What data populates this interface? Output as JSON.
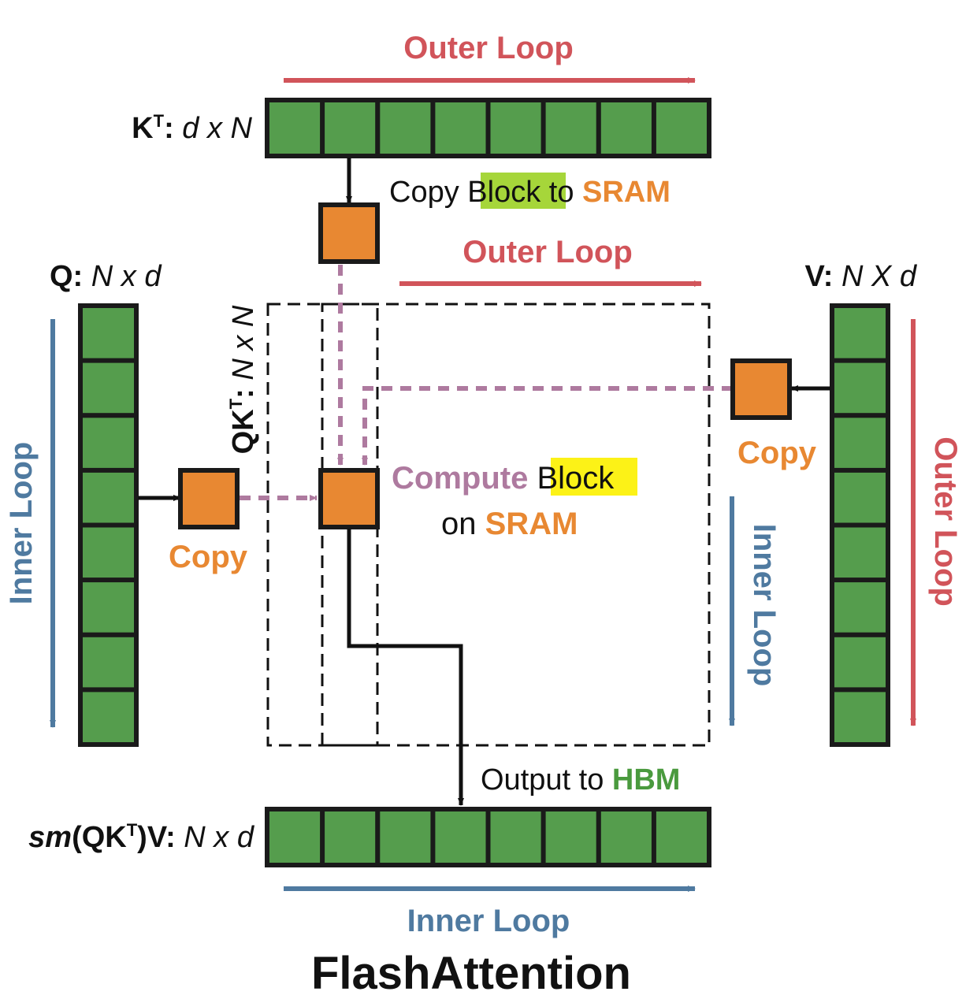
{
  "title": "FlashAttention",
  "colors": {
    "outer_loop": "#d1545a",
    "inner_loop": "#4f7aa0",
    "cell_green": "#559d4d",
    "sram_orange": "#e88832",
    "hbm_green": "#4a9a3e",
    "data_flow": "#ae7a9f",
    "highlight_lime": "#a6d63a",
    "highlight_yellow": "#fcf217",
    "outline": "#1a1a1a"
  },
  "arrows": {
    "top_outer_loop": "Outer Loop",
    "middle_outer_loop": "Outer Loop",
    "right_outer_loop": "Outer Loop",
    "left_inner_loop": "Inner Loop",
    "right_inner_loop": "Inner Loop",
    "bottom_inner_loop": "Inner Loop"
  },
  "matrices": {
    "kt": {
      "name": "K",
      "superscript": "T",
      "colon": ":",
      "shape": "d x N",
      "cells": 8
    },
    "q": {
      "name": "Q:",
      "shape": "N x d",
      "cells": 8
    },
    "v": {
      "name": "V:",
      "shape": "N X d",
      "cells": 8
    },
    "qkt": {
      "name": "QK",
      "superscript": "T",
      "colon": ":",
      "shape": "N x N"
    },
    "output": {
      "prefix": "sm",
      "open": "(QK",
      "superscript": "T",
      "close": ")V:",
      "shape": "N x d",
      "cells": 8
    }
  },
  "labels": {
    "copy_block": {
      "copy": "Copy",
      "block": "Block",
      "to": "to",
      "sram": "SRAM"
    },
    "copy_left": "Copy",
    "copy_right": "Copy",
    "compute": {
      "compute": "Compute",
      "block": "Block",
      "on": "on",
      "sram": "SRAM"
    },
    "output_to": {
      "output": "Output to",
      "hbm": "HBM"
    }
  }
}
